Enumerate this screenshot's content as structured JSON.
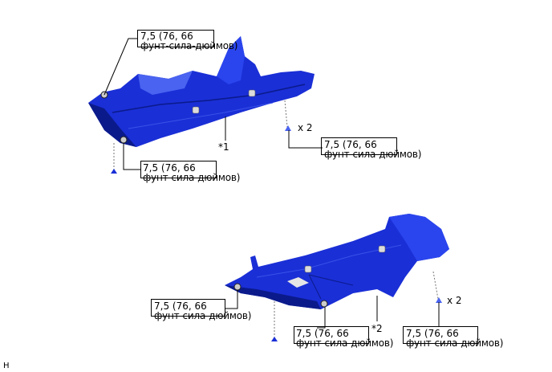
{
  "diagram": {
    "title": "",
    "parts": [
      {
        "id": "*1",
        "label": "*1",
        "description": "upper engine under cover (blue)"
      },
      {
        "id": "*2",
        "label": "*2",
        "description": "lower engine under cover (blue)"
      }
    ],
    "torque_labels": [
      {
        "id": "t1",
        "line1": "7,5 (76, 66",
        "line2": "фунт-сила-дюймов)"
      },
      {
        "id": "t2",
        "line1": "7,5 (76, 66",
        "line2": "фунт-сила-дюймов)"
      },
      {
        "id": "t3",
        "line1": "7,5 (76, 66",
        "line2": "фунт-сила-дюймов)"
      },
      {
        "id": "t4",
        "line1": "7,5 (76, 66",
        "line2": "фунт-сила-дюймов)"
      },
      {
        "id": "t5",
        "line1": "7,5 (76, 66",
        "line2": "фунт-сила-дюймов)"
      },
      {
        "id": "t6",
        "line1": "7,5 (76, 66",
        "line2": "фунт-сила-дюймов)"
      }
    ],
    "quantities": [
      {
        "id": "q1",
        "text": "x 2"
      },
      {
        "id": "q2",
        "text": "x 2"
      }
    ],
    "corner_code": "H",
    "colors": {
      "part_fill": "#1a2fd6",
      "part_dark": "#0b1a8a",
      "part_light": "#4a63f0",
      "line": "#000000",
      "bolt": "#dcdcdc"
    }
  }
}
